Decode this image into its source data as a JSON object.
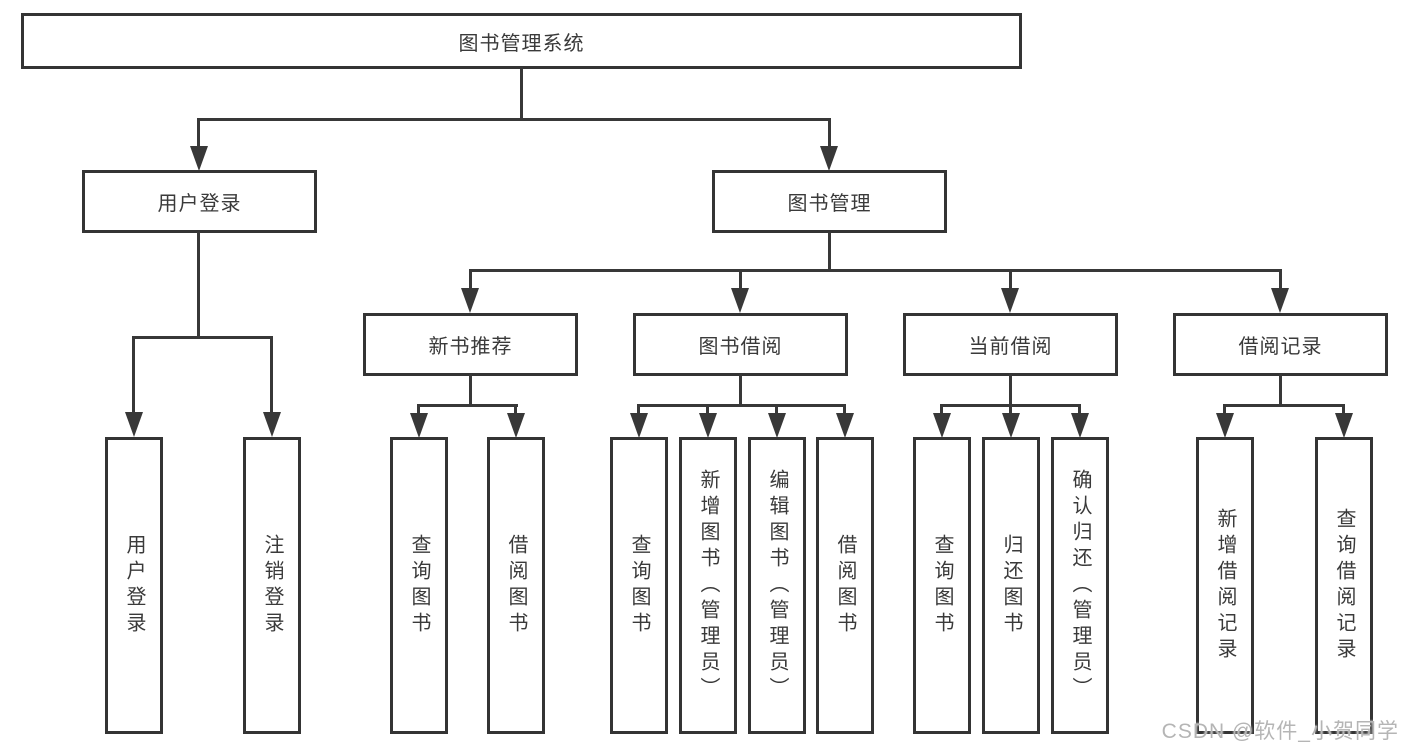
{
  "diagram": {
    "type": "hierarchy-tree",
    "orientation": "top-down"
  },
  "tree": {
    "root": {
      "label": "图书管理系统"
    },
    "branches": [
      {
        "label": "用户登录",
        "children": [
          {
            "label": "用户登录"
          },
          {
            "label": "注销登录"
          }
        ]
      },
      {
        "label": "图书管理",
        "children": [
          {
            "label": "新书推荐",
            "children": [
              {
                "label": "查询图书"
              },
              {
                "label": "借阅图书"
              }
            ]
          },
          {
            "label": "图书借阅",
            "children": [
              {
                "label": "查询图书"
              },
              {
                "label": "新增图书（管理员）"
              },
              {
                "label": "编辑图书（管理员）"
              },
              {
                "label": "借阅图书"
              }
            ]
          },
          {
            "label": "当前借阅",
            "children": [
              {
                "label": "查询图书"
              },
              {
                "label": "归还图书"
              },
              {
                "label": "确认归还（管理员）"
              }
            ]
          },
          {
            "label": "借阅记录",
            "children": [
              {
                "label": "新增借阅记录"
              },
              {
                "label": "查询借阅记录"
              }
            ]
          }
        ]
      }
    ]
  },
  "watermark": "CSDN @软件_小贺同学",
  "colors": {
    "line": "#383838",
    "box_border": "#343434",
    "text": "#3a3a3a",
    "watermark": "#b5b5b5",
    "background": "#ffffff"
  }
}
